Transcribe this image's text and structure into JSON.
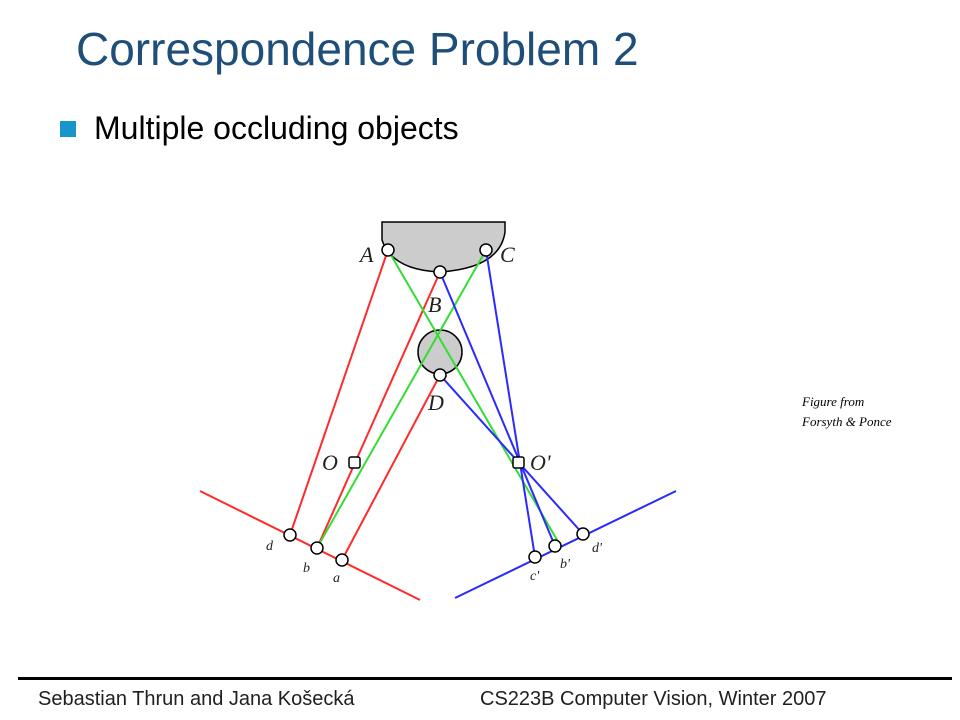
{
  "slide": {
    "title": "Correspondence Problem 2",
    "bullet": "Multiple occluding objects"
  },
  "diagram": {
    "points": {
      "A": "A",
      "B": "B",
      "C": "C",
      "D": "D",
      "O": "O",
      "O_prime": "O'",
      "left_d": "d",
      "left_b": "b",
      "left_a": "a",
      "right_c": "c'",
      "right_b": "b'",
      "right_d": "d'"
    },
    "colors": {
      "left_rays": "#ff2a2a",
      "cross_rays": "#33dd33",
      "right_rays": "#2a2aff",
      "object_fill": "#cccccc"
    }
  },
  "credit": {
    "line1": "Figure from",
    "line2": "Forsyth & Ponce"
  },
  "footer": {
    "left": "Sebastian Thrun and Jana Košecká",
    "right": "CS223B Computer Vision, Winter 2007"
  }
}
